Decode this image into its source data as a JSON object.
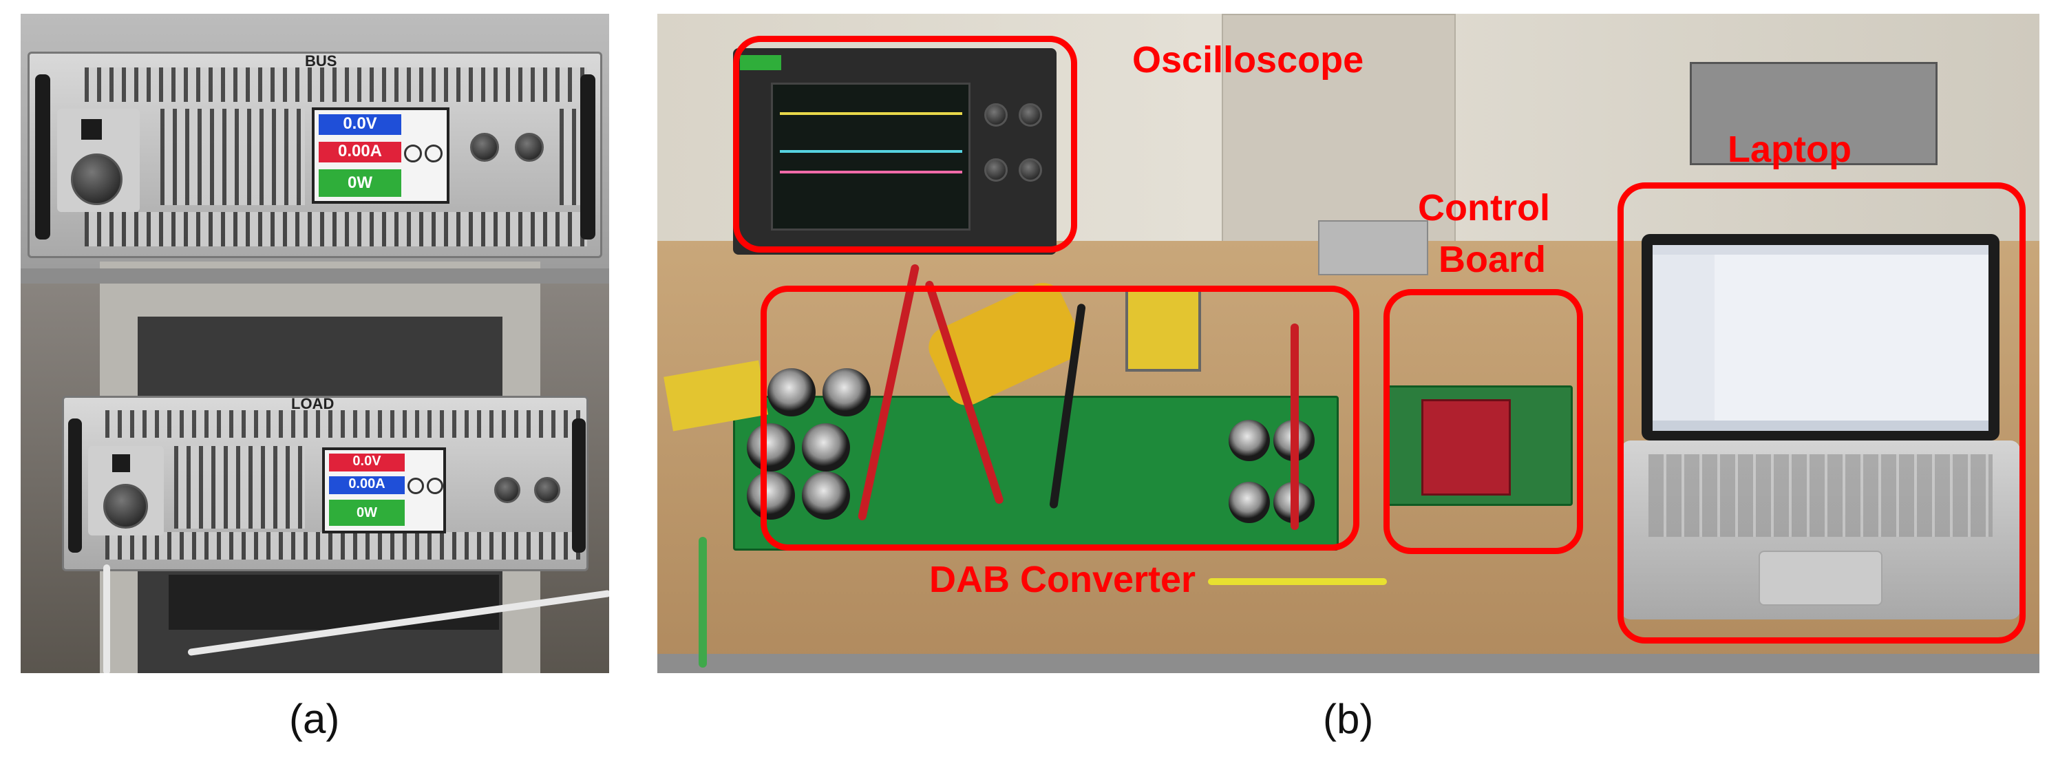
{
  "panel_a": {
    "sub_label": "(a)",
    "bus_unit": {
      "tag": "BUS",
      "screen": {
        "voltage": "0.0V",
        "current": "0.00A",
        "power": "0W"
      }
    },
    "load_unit": {
      "tag": "LOAD",
      "screen": {
        "voltage": "0.0V",
        "current": "0.00A",
        "power": "0W"
      }
    }
  },
  "panel_b": {
    "sub_label": "(b)",
    "annotations": {
      "oscilloscope": "Oscilloscope",
      "control_board_line1": "Control",
      "control_board_line2": "Board",
      "laptop": "Laptop",
      "dab_converter": "DAB Converter"
    }
  },
  "colors": {
    "annotation": "#ff0000",
    "screen_voltage": "#1f4fd8",
    "screen_current": "#e0223a",
    "screen_power": "#2fae3a",
    "pcb": "#1e8a3a"
  }
}
